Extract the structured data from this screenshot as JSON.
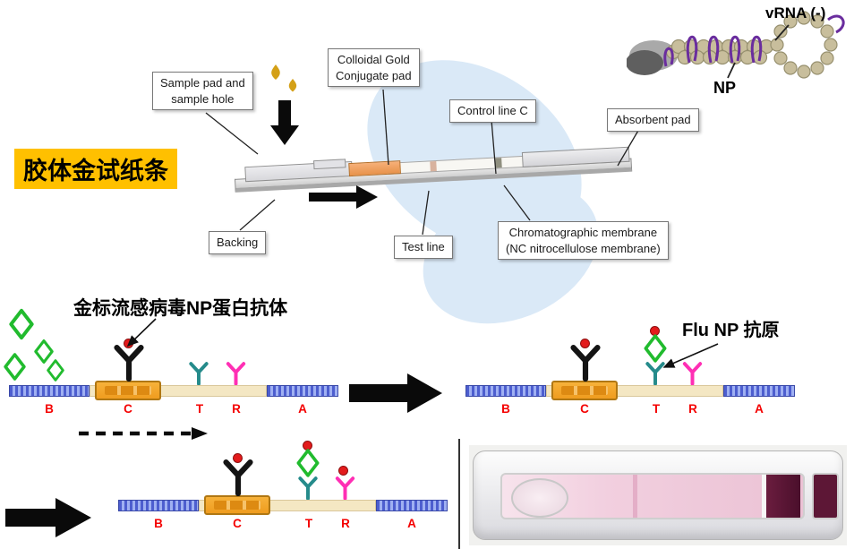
{
  "title": "胶体金试纸条",
  "strip_diagram": {
    "labels": {
      "sample_pad": "Sample pad and\nsample hole",
      "conjugate_pad": "Colloidal Gold\nConjugate pad",
      "control_line": "Control line C",
      "absorbent_pad": "Absorbent pad",
      "backing": "Backing",
      "test_line": "Test line",
      "membrane": "Chromatographic membrane\n(NC nitrocellulose membrane)"
    }
  },
  "virus": {
    "vrna": "vRNA (-)",
    "np": "NP"
  },
  "schematic": {
    "gold_antibody_label": "金标流感病毒NP蛋白抗体",
    "flu_np_label": "Flu NP 抗原",
    "letters": [
      "B",
      "C",
      "T",
      "R",
      "A"
    ]
  },
  "icons": {
    "antibody-icon": "Y-shape",
    "antigen-diamond-icon": "green-diamond-outline",
    "gold-particle-icon": "red-dot",
    "droplet-icon": "gold-drop",
    "arrow-right-icon": "→",
    "arrow-down-icon": "↓"
  },
  "colors": {
    "highlight_yellow": "#FFC000",
    "orange_pad": "#F5A623",
    "teal_antibody": "#258B8B",
    "magenta_antibody": "#FF2FB4",
    "green_antigen": "#21BB2E",
    "gold_red": "#E31B1C",
    "blue_pad": "#4d5ecf",
    "beige_membrane": "#F4E7C3",
    "purple_rna": "#6A2D9E",
    "dark_band": "#4a0f2b"
  }
}
